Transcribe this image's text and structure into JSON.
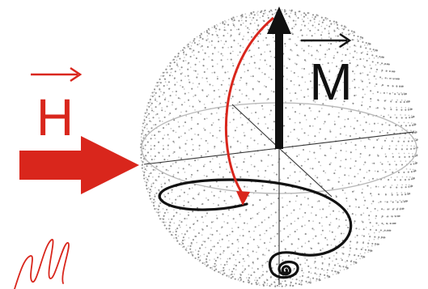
{
  "labels": {
    "field": "H",
    "magnetization": "M"
  },
  "colors": {
    "field": "#d9261c",
    "magnetization": "#111111",
    "precession_path": "#d9261c",
    "sphere_dots": "#8a8a8a",
    "equator": "#b8b8b8",
    "axes": "#333333"
  },
  "icons": {
    "field_arrow": "right-arrow",
    "vector_marker": "over-arrow"
  }
}
